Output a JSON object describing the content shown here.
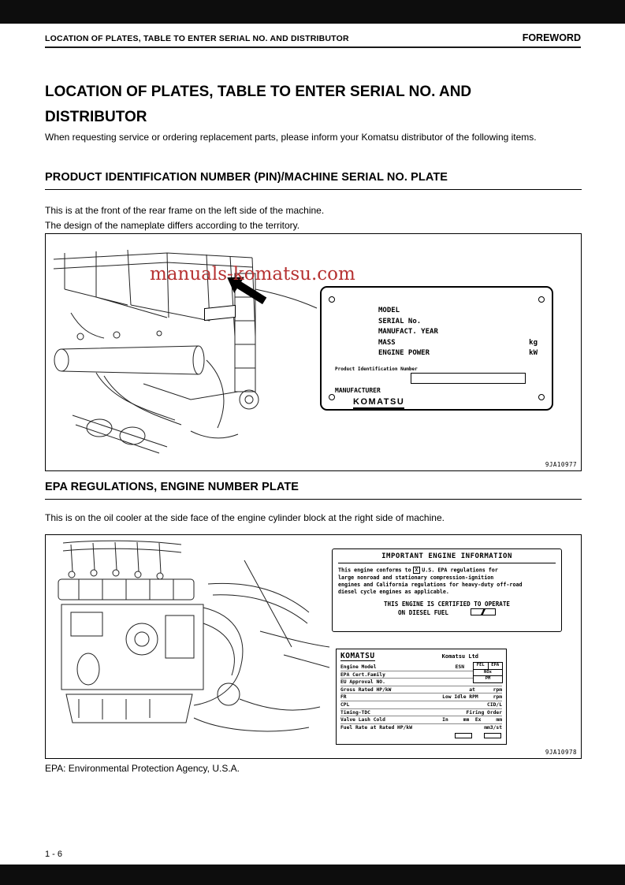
{
  "header": {
    "left": "LOCATION OF PLATES, TABLE TO ENTER SERIAL NO. AND DISTRIBUTOR",
    "right": "FOREWORD"
  },
  "title": "LOCATION OF PLATES, TABLE TO ENTER SERIAL NO. AND DISTRIBUTOR",
  "intro": "When requesting service or ordering replacement parts, please inform your Komatsu distributor of the following items.",
  "footer": "1 - 6",
  "colors": {
    "watermark_red": "#b63232",
    "ink": "#000000"
  },
  "section1": {
    "heading": "PRODUCT IDENTIFICATION NUMBER (PIN)/MACHINE SERIAL NO. PLATE",
    "body_line1": "This is at the front of the rear frame on the left side of the machine.",
    "body_line2": "The design of the nameplate differs according to the territory.",
    "figure": {
      "watermark": "manuals-komatsu.com",
      "code": "9JA10977",
      "plate": {
        "rows": [
          {
            "label": "MODEL",
            "unit": ""
          },
          {
            "label": "SERIAL No.",
            "unit": ""
          },
          {
            "label": "MANUFACT. YEAR",
            "unit": ""
          },
          {
            "label": "MASS",
            "unit": "kg"
          },
          {
            "label": "ENGINE POWER",
            "unit": "kW"
          }
        ],
        "pin_label": "Product Identification Number",
        "manufacturer": "MANUFACTURER",
        "brand": "KOMATSU"
      }
    }
  },
  "section2": {
    "heading": "EPA REGULATIONS, ENGINE NUMBER PLATE",
    "body": "This is on the oil cooler at the side face of the engine cylinder block at the right side of machine.",
    "epa_note": "EPA: Environmental Protection Agency, U.S.A.",
    "figure": {
      "code": "9JA10978",
      "epa_plate": {
        "title": "IMPORTANT ENGINE INFORMATION",
        "line1_pre": "This engine conforms to",
        "checkbox": "X",
        "line1_post": "U.S. EPA regulations for",
        "line2": "large nonroad and stationary compression-ignition",
        "line3": "engines and California regulations for heavy-duty off-road",
        "line4": "diesel cycle engines as applicable.",
        "cert_line1": "THIS ENGINE IS CERTIFIED TO OPERATE",
        "cert_line2": "ON DIESEL FUEL"
      },
      "komatsu_plate": {
        "brand": "KOMATSU",
        "company": "Komatsu Ltd",
        "mini_table": {
          "r1c1": "FEL",
          "r1c2": "EPA",
          "r2": "NOx",
          "r3": "PM"
        },
        "rows": [
          {
            "l": "Engine Model",
            "r": "ESN"
          },
          {
            "l": "EPA Cert.Family",
            "r": ""
          },
          {
            "l": "EU Approval NO.",
            "r": ""
          },
          {
            "l": "Gross Rated HP/kW",
            "r": "at      rpm"
          },
          {
            "l": "FR",
            "r": "Low Idle RPM     rpm"
          },
          {
            "l": "CPL",
            "r": "CID/L"
          },
          {
            "l": "Timing-TDC",
            "r": "Firing Order"
          },
          {
            "l": "Valve Lash Cold",
            "r": "In     mm  Ex     mm"
          },
          {
            "l": "Fuel Rate at Rated HP/kW",
            "r": "mm3/st"
          }
        ]
      }
    }
  }
}
